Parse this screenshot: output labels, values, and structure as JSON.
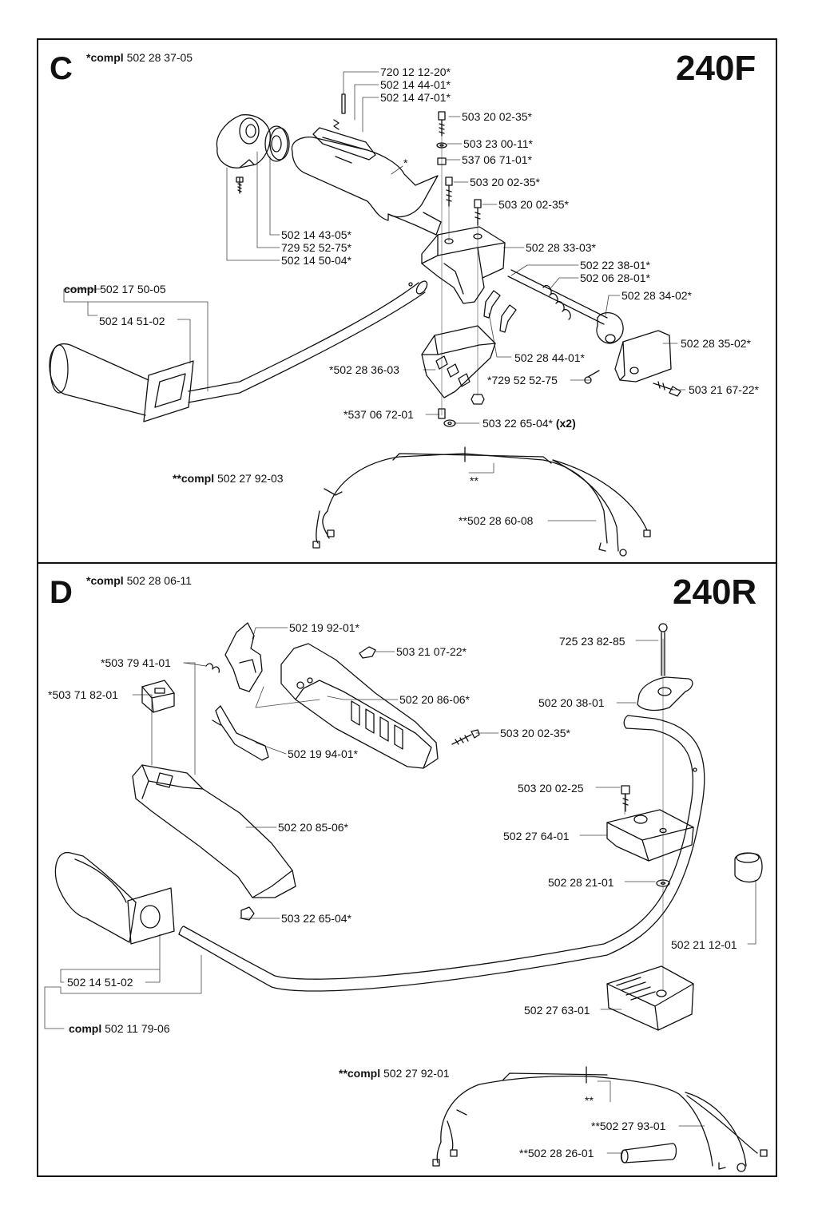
{
  "sections": {
    "c": {
      "letter": "C",
      "model": "240F",
      "compl_bold": "*compl",
      "compl_code": "502 28 37-05",
      "labels": {
        "p72012": "720 12 12-20*",
        "p50214_44": "502 14 44-01*",
        "p50214_47": "502 14 47-01*",
        "p50320_35a": "503 20 02-35*",
        "p50323": "503 23 00-11*",
        "p53706_71": "537 06 71-01*",
        "star": "*",
        "p50320_35b": "503 20 02-35*",
        "p50320_35c": "503 20 02-35*",
        "p50214_43": "502 14 43-05*",
        "p72952_75s": "729 52 52-75*",
        "p50214_50": "502 14 50-04*",
        "p50228_33": "502 28 33-03*",
        "p50222_38": "502 22 38-01*",
        "p50206_28": "502 06 28-01*",
        "p50228_34": "502 28 34-02*",
        "compl_bold_2": "compl",
        "compl_code_2": "502 17 50-05",
        "p50214_51": "502 14 51-02",
        "p50228_35": "502 28 35-02*",
        "p50228_44": "502 28 44-01*",
        "p50228_36": "*502 28 36-03",
        "p72952_75": "*729 52 52-75",
        "p50321_67": "503 21 67-22*",
        "p53706_72": "*537 06 72-01",
        "p50322_65": "503 22 65-04*",
        "x2": "(x2)",
        "compl_bold_3": "**compl",
        "compl_code_3": "502 27 92-03",
        "dstar": "**",
        "p50228_60": "**502 28 60-08"
      }
    },
    "d": {
      "letter": "D",
      "model": "240R",
      "compl_bold": "*compl",
      "compl_code": "502 28 06-11",
      "labels": {
        "p50219_92": "502 19 92-01*",
        "p50321_07": "503 21 07-22*",
        "p50379_41": "*503 79 41-01",
        "p50371_82": "*503 71 82-01",
        "p50220_86": "502 20 86-06*",
        "p50320_35": "503 20 02-35*",
        "p50219_94": "502 19 94-01*",
        "p50220_85": "502 20 85-06*",
        "p50322_65": "503 22 65-04*",
        "p50214_51": "502 14 51-02",
        "compl_bold_2": "compl",
        "compl_code_2": "502 11 79-06",
        "p72523": "725 23 82-85",
        "p50220_38": "502 20 38-01",
        "p50320_25": "503 20 02-25",
        "p50227_64": "502 27 64-01",
        "p50228_21": "502 28 21-01",
        "p50221_12": "502 21 12-01",
        "p50227_63": "502 27 63-01",
        "compl_bold_3": "**compl",
        "compl_code_3": "502 27 92-01",
        "dstar": "**",
        "p50227_93": "**502 27 93-01",
        "p50228_26": "**502 28 26-01"
      }
    }
  }
}
